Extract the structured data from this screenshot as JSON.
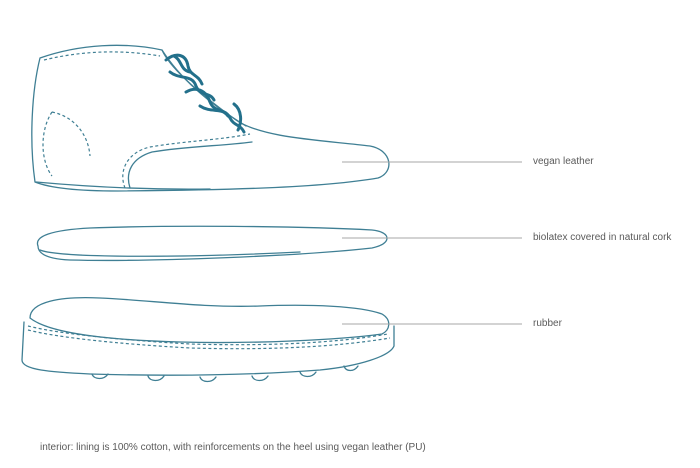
{
  "labels": {
    "upper": "vegan leather",
    "insole": "biolatex covered in natural cork",
    "outsole": "rubber"
  },
  "footnote": "interior: lining is 100% cotton, with reinforcements on the heel using vegan leather (PU)",
  "colors": {
    "outline": "#3f7f94",
    "lace": "#23708b",
    "leader": "#a7a7a7",
    "text": "#5a5a5a"
  }
}
